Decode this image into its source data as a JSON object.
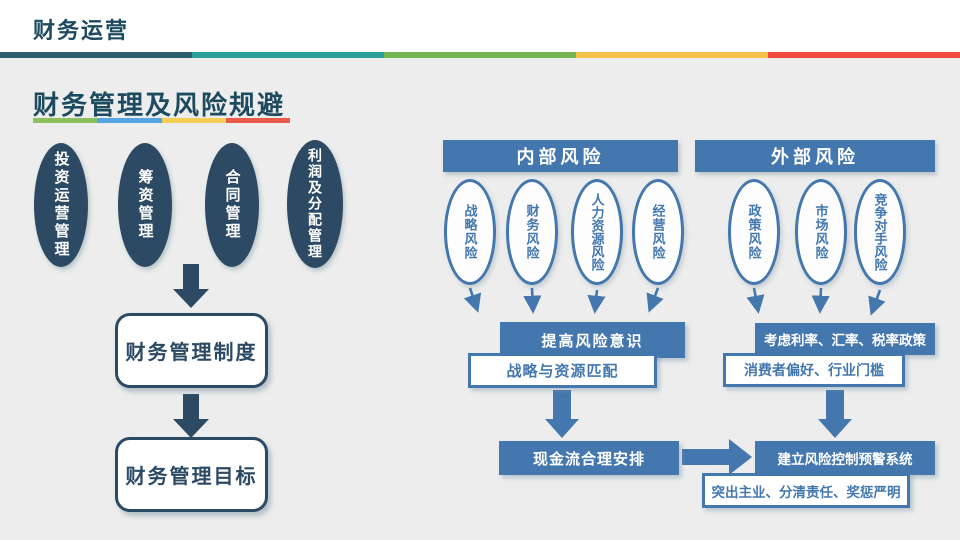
{
  "slide": {
    "header_title": "财务运营",
    "section_title": "财务管理及风险规避"
  },
  "colors": {
    "background": "#ecedec",
    "topbar": "#ffffff",
    "title_text": "#1d4a5f",
    "dark_navy": "#2c4a63",
    "blue": "#4377ad",
    "stripe": [
      "#2e5f6e",
      "#2b9f97",
      "#74b751",
      "#f6c14a",
      "#ef4b3c"
    ],
    "underline": [
      "#8cc05c",
      "#55a5e2",
      "#f3cf56",
      "#e95a4d"
    ]
  },
  "left_flow": {
    "ellipses": [
      "投资运营管理",
      "筹资管理",
      "合同管理",
      "利润及分配管理"
    ],
    "box1": "财务管理制度",
    "box2": "财务管理目标"
  },
  "internal_risk": {
    "header": "内部风险",
    "ellipses": [
      "战略风险",
      "财务风险",
      "人力资源风险",
      "经营风险"
    ],
    "bar1": "提高风险意识",
    "note1": "战略与资源匹配",
    "bar2": "现金流合理安排"
  },
  "external_risk": {
    "header": "外部风险",
    "ellipses": [
      "政策风险",
      "市场风险",
      "竞争对手风险"
    ],
    "bar1": "考虑利率、汇率、税率政策",
    "note1": "消费者偏好、行业门槛",
    "bar2": "建立风险控制预警系统",
    "note2": "突出主业、分清责任、奖惩严明"
  }
}
